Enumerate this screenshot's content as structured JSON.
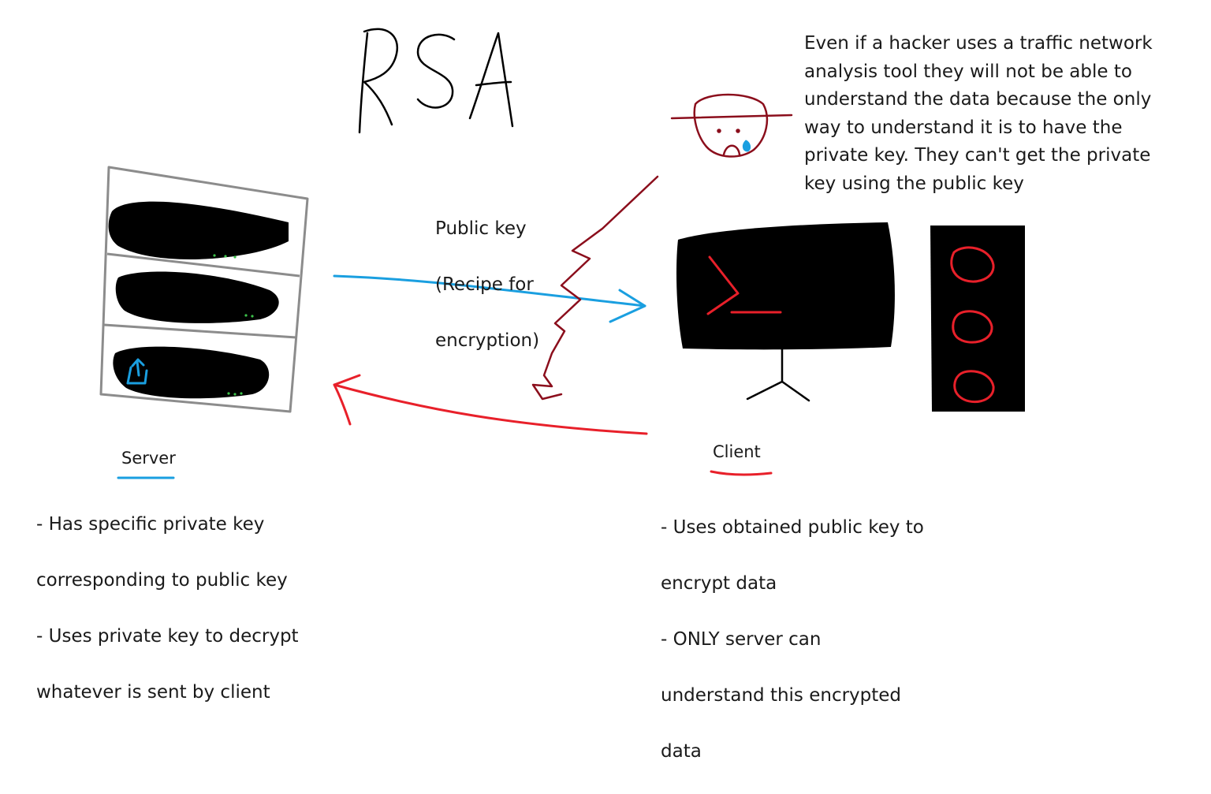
{
  "title": "RSA",
  "hacker_note": "Even if a hacker uses a traffic network analysis tool they will not be able to understand the data because the only way to understand it is to have the private key. They can't get the private key using the public key",
  "public_key_label": [
    "Public key",
    "(Recipe for",
    "encryption)"
  ],
  "server": {
    "label": "Server",
    "notes": [
      "- Has specific private key",
      "corresponding to public key",
      "- Uses private key to decrypt",
      "whatever is sent by client"
    ]
  },
  "client": {
    "label": "Client",
    "notes": [
      "- Uses obtained public key to",
      "encrypt data",
      "- ONLY server can",
      "understand this encrypted",
      "data"
    ]
  },
  "colors": {
    "public_key_arrow": "#1a9fe0",
    "client_arrow": "#e8202a",
    "hacker": "#8b0e1c",
    "server_frame": "#8c8c8c",
    "power_icon": "#1a9fe0",
    "led": "#3cc24a"
  },
  "icons": [
    "server-rack-icon",
    "power-icon",
    "hacker-icon",
    "terminal-monitor-icon",
    "computer-tower-icon",
    "lightning-bolt-icon"
  ]
}
